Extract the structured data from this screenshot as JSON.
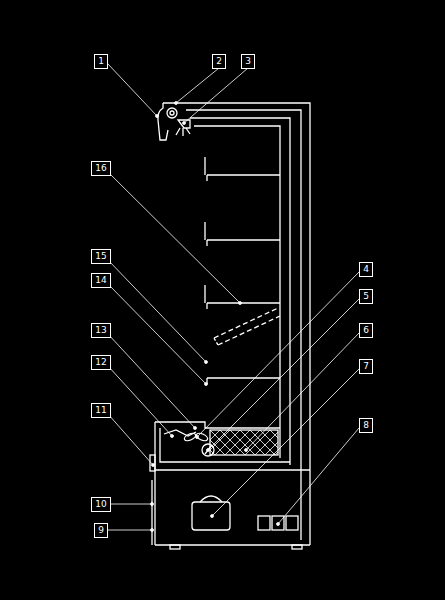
{
  "diagram": {
    "labels": [
      "1",
      "2",
      "3",
      "16",
      "4",
      "5",
      "15",
      "14",
      "6",
      "13",
      "12",
      "7",
      "11",
      "8",
      "10",
      "9"
    ]
  }
}
